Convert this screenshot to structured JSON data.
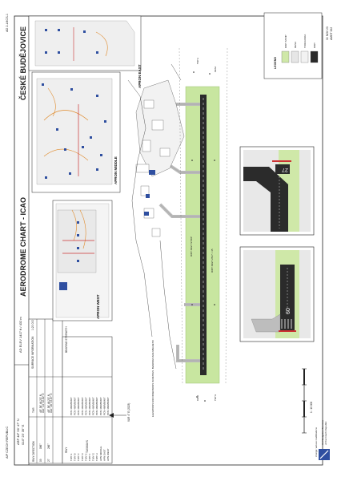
{
  "header": {
    "doc_id": "AD 2-LKCS-1",
    "country": "AIP CZECH REPUBLIC",
    "airac_line1": "30 NOV 23",
    "airac_line2": "AMDT 322"
  },
  "title_block": {
    "chart_title": "AERODROME CHART - ICAO",
    "aerodrome": "ČESKÉ BUDĚJOVICE",
    "elev": "AD ELEV   1417 ft / 432 m",
    "arp": "ARP   48° 56' 47\" N",
    "arp2": "014° 25' 39\" E"
  },
  "runway_table": {
    "headers": [
      "RWY DIRECTION",
      "THR"
    ],
    "rows": [
      [
        "09",
        "086°",
        "48° 56' 46.20\" N",
        "014° 24' 32.62\" E"
      ],
      [
        "27",
        "266°",
        "48° 56' 48.20\" N",
        "014° 26' 53.67\" E"
      ]
    ]
  },
  "twy_table": {
    "title": "SURFACE INFORMATION",
    "scale": "1:20 000",
    "headers": [
      "BEARING STRENGTH"
    ],
    "rows": [
      [
        "TWY A",
        "PCN 48/R/B/W/T"
      ],
      [
        "TWY B",
        "PCN 48/R/B/W/T"
      ],
      [
        "TWY C",
        "PCN 48/R/B/W/T"
      ],
      [
        "TWY D",
        "PCN 48/R/B/W/T"
      ],
      [
        "TWY E",
        "PCN 48/R/B/W/T"
      ],
      [
        "TWY F",
        "PCN 48/R/B/W/T"
      ],
      [
        "TWY G",
        "PCN 48/R/B/W/T"
      ],
      [
        "TWY H",
        "PCN 48/R/B/W/T"
      ],
      [
        "APN MIDDLE",
        "PCN 48/R/B/W/T"
      ],
      [
        "APN EAST",
        "PCN 48/R/B/W/T"
      ],
      [
        "APN WEST",
        "PCN 48/R/B/W/T"
      ]
    ],
    "group_label": "TAXIWAYS",
    "rwy_label": "RWY"
  },
  "labels": {
    "apron_west": "APRON WEST",
    "apron_middle": "APRON MIDDLE",
    "apron_east": "APRON EAST",
    "rwy_strip": "RWY 09/27 STRIP",
    "rwy_main": "RWY 09/27 2517 × 45",
    "scale_text": "1 : 10 000",
    "thr27": "27",
    "thr09": "09",
    "note": "ELEVATIONS AND DIMENSIONS IN METRES. BEARINGS ARE MAGNETIC",
    "var": "VAR 4° E (2023)"
  },
  "legend": {
    "title": "LEGEND",
    "items": [
      {
        "label": "RWY STRIP",
        "color": "#cfe8a8"
      },
      {
        "label": "RESA",
        "color": "#e6e6e6"
      },
      {
        "label": "TORA/ASDA",
        "color": "#f2f2f2"
      },
      {
        "label": "RWY",
        "color": "#2a2a2a"
      }
    ]
  },
  "footer": {
    "agency_line1": "Air Navigation Services",
    "agency_line2": "of the Czech Republic",
    "changes": "change: various modifications"
  },
  "colors": {
    "strip": "#c8e6a0",
    "runway": "#2b2b2b",
    "apron_icon": "#2f4fa0",
    "frame": "#222222"
  }
}
